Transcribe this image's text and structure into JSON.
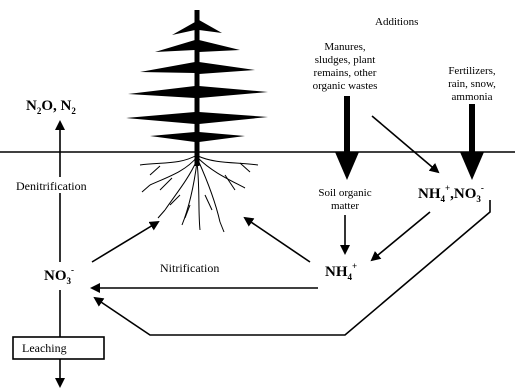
{
  "diagram": {
    "additions_title": "Additions",
    "organic_inputs": [
      "Manures,",
      "sludges, plant",
      "remains, other",
      "organic wastes"
    ],
    "mineral_inputs": [
      "Fertilizers,",
      "rain, snow,",
      "ammonia"
    ],
    "soil_organic": [
      "Soil organic",
      "matter"
    ],
    "gas_loss": {
      "base1": "N",
      "sub1": "2",
      "mid": "O, N",
      "sub2": "2"
    },
    "denitrification": "Denitrification",
    "nitrification": "Nitrification",
    "leaching": "Leaching",
    "nitrate": {
      "base": "NO",
      "sub": "3",
      "sup": "-"
    },
    "ammonium": {
      "base": "NH",
      "sub": "4",
      "sup": "+"
    },
    "mineral_pool": {
      "base1": "NH",
      "sub1": "4",
      "sup1": "+",
      "mid": ",NO",
      "sub2": "3",
      "sup2": "-"
    }
  },
  "colors": {
    "ink": "#000000",
    "background": "#ffffff"
  }
}
